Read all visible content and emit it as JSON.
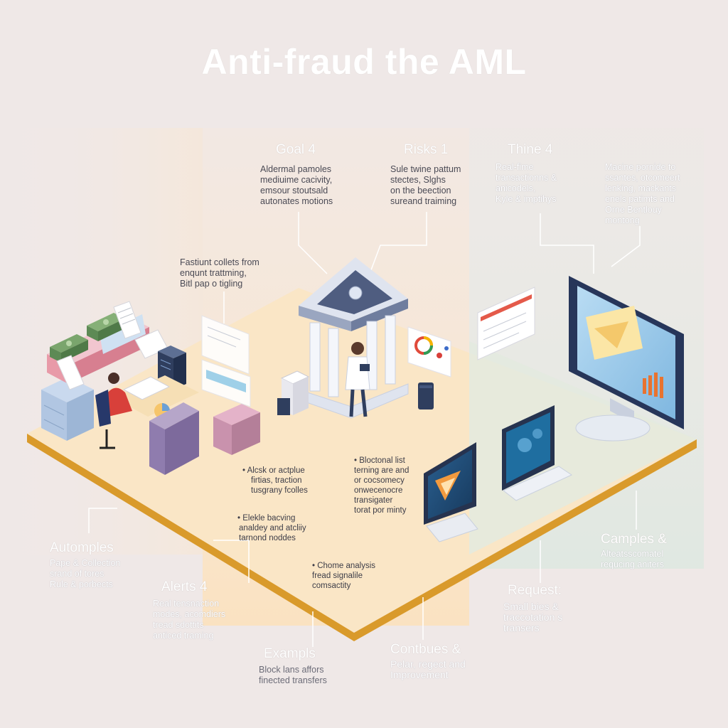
{
  "title": "Anti-fraud the AML",
  "top_labels": [
    {
      "heading": "Goal 4",
      "lines": [
        "Aldermal pamoles",
        "mediuime cacivity,",
        "emsour stoutsald",
        "autonates motions"
      ]
    },
    {
      "heading": "Risks 1",
      "lines": [
        "Sule twine pattum",
        "stectes, Slghs",
        "on the beection",
        "sureand traiming"
      ]
    },
    {
      "heading": "Thine 4",
      "lines": [
        "Real-fime",
        "transactionns &",
        "anicodels,",
        "Kyle & imptihys"
      ]
    },
    {
      "heading": "",
      "lines": [
        "Macine pornide to",
        "ssantes, otcomeert",
        "lenking, mackants",
        "enels patimts and",
        "Orne Bentlouy",
        "montong"
      ]
    }
  ],
  "side_note": {
    "lines": [
      "Fastiunt collets from",
      "enqunt trattming,",
      "Bitl pap o tigling"
    ]
  },
  "bullets_left": [
    {
      "lines": [
        "• Alcsk or actplue",
        "firtias, traction",
        "tusgrany fcolles"
      ]
    },
    {
      "lines": [
        "• Elekle bacving",
        "analdey and atcliiy",
        "tarnond noddes"
      ]
    }
  ],
  "bullets_center": [
    {
      "lines": [
        "• Bloctonal list",
        "terning are and",
        "or cocsomecy",
        "onwecenocre",
        "transigater",
        "torat por minty"
      ]
    },
    {
      "lines": [
        "• Chome analysis",
        "fread signalile",
        "comsactity"
      ]
    }
  ],
  "bottom_labels": [
    {
      "heading": "Automples",
      "lines": [
        "Pape & Collection",
        "srand of tores",
        "Rule & porbects"
      ]
    },
    {
      "heading": "Alerts 4",
      "lines": [
        "Real tensnaction",
        "modes, acomdiers",
        "tread sdottits",
        "anticed traming"
      ]
    },
    {
      "heading": "Exampls",
      "lines": [
        "Block lans affors",
        "finected transfers"
      ]
    },
    {
      "heading": "Contbues &",
      "lines": [
        "Pelar, regect and",
        "Improvement"
      ]
    },
    {
      "heading": "Request:",
      "lines": [
        "Small bies &",
        "traccotation s",
        "transers"
      ]
    },
    {
      "heading": "Camples &",
      "lines": [
        "Alteatsscomatel",
        "requcing aniters"
      ]
    }
  ],
  "colors": {
    "background": "#efe8e7",
    "floor_left": "#fbe3bf",
    "floor_right": "#e4e9dd",
    "floor_edge": "#d99a2b",
    "building": "#e9eef7",
    "accent_red": "#d8403a",
    "screen": "#8fc3e8"
  },
  "icons": [
    "money-stack-icon",
    "bank-building-icon",
    "person-icon",
    "monitor-icon",
    "chart-icon",
    "server-icon",
    "document-icon",
    "google-logo-icon"
  ]
}
